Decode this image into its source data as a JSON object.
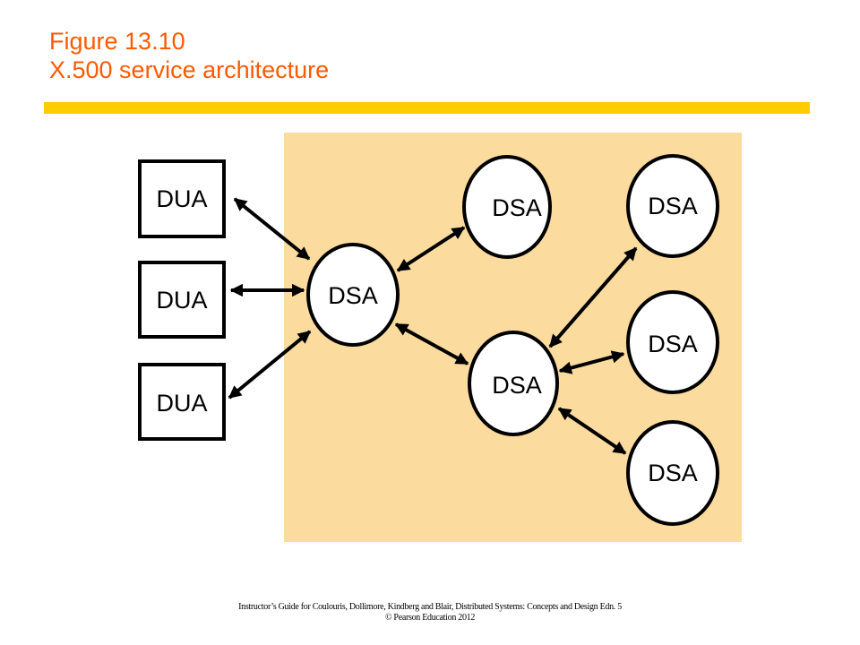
{
  "figure": {
    "number": "Figure 13.10",
    "caption": "X.500 service architecture"
  },
  "colors": {
    "title": "#ff5a00",
    "accent_bar": "#ffcc00",
    "directory_area": "#fcdc9e",
    "node_fill": "#ffffff",
    "stroke": "#000000"
  },
  "nodes": {
    "dua_1": "DUA",
    "dua_2": "DUA",
    "dua_3": "DUA",
    "dsa_central": "DSA",
    "dsa_top": "DSA",
    "dsa_mid": "DSA",
    "dsa_right_top": "DSA",
    "dsa_right_mid": "DSA",
    "dsa_right_bottom": "DSA"
  },
  "footer": {
    "line1": "Instructor’s Guide for Coulouris, Dollimore, Kindberg and Blair, Distributed Systems: Concepts and Design Edn. 5",
    "line2": "© Pearson Education 2012"
  }
}
